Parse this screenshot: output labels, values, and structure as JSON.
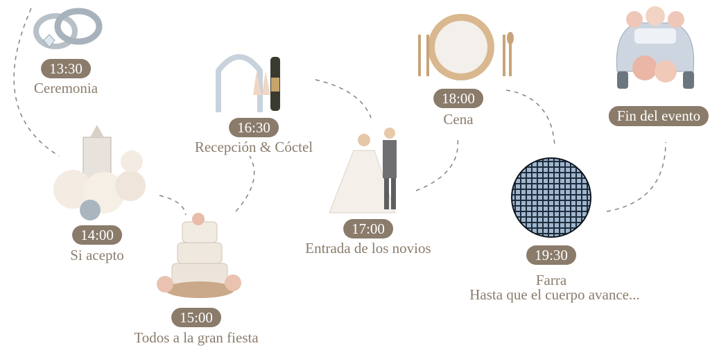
{
  "colors": {
    "badge": "#8a7b6a",
    "text": "#8a7c6c",
    "line": "#8a8076"
  },
  "events": [
    {
      "time": "13:30",
      "title": "Ceremonia",
      "icon": "wedding-rings-icon"
    },
    {
      "time": "14:00",
      "title": "Si acepto",
      "icon": "church-flowers-icon"
    },
    {
      "time": "15:00",
      "title": "Todos a la gran fiesta",
      "icon": "wedding-cake-icon"
    },
    {
      "time": "16:30",
      "title": "Recepción & Cóctel",
      "icon": "champagne-arch-icon"
    },
    {
      "time": "17:00",
      "title": "Entrada de los novios",
      "icon": "dancing-couple-icon"
    },
    {
      "time": "18:00",
      "title": "Cena",
      "icon": "dinner-plate-icon"
    },
    {
      "time": "19:30",
      "title": "Farra",
      "subtitle": "Hasta que el cuerpo avance...",
      "icon": "disco-ball-icon"
    },
    {
      "time": "Fin del evento",
      "icon": "wedding-car-icon"
    }
  ]
}
